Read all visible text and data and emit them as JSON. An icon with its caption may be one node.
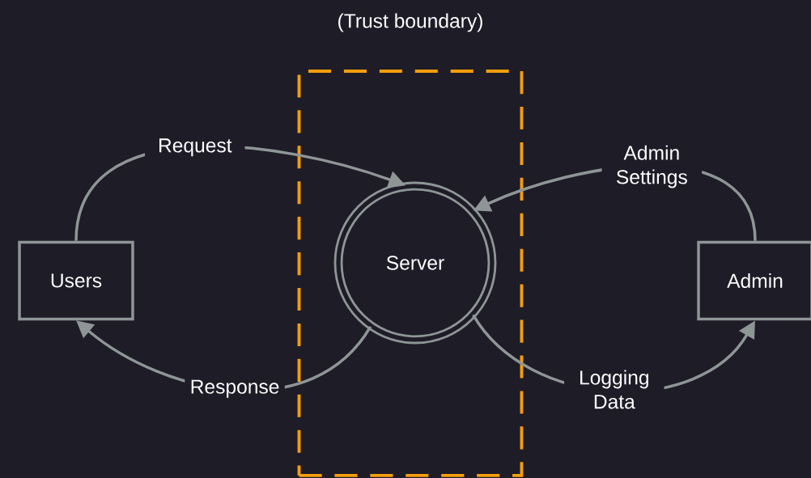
{
  "diagram": {
    "nodes": [
      {
        "text": [
          "Users"
        ]
      },
      {
        "text": [
          "(Trust boundary)"
        ]
      },
      {
        "text": [
          "Server"
        ],
        "in": 1
      },
      {
        "text": [
          "Admin"
        ]
      }
    ],
    "edges": [
      {
        "from": 0,
        "to": 2,
        "arrow": "to",
        "label": "Request"
      },
      {
        "from": 2,
        "to": 0,
        "arrow": "to",
        "label": "Response"
      },
      {
        "from": 3,
        "to": 2,
        "arrow": "to",
        "label": "Admin Settings"
      },
      {
        "from": 2,
        "to": 3,
        "arrow": "to",
        "label": "Logging Data"
      }
    ]
  }
}
